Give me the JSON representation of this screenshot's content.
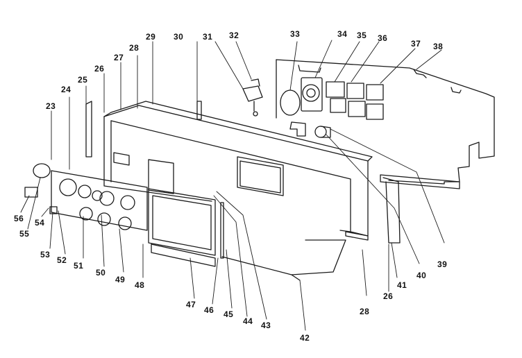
{
  "diagram": {
    "callouts": [
      "23",
      "24",
      "25",
      "26",
      "27",
      "28",
      "29",
      "30",
      "31",
      "32",
      "33",
      "34",
      "35",
      "36",
      "37",
      "38",
      "39",
      "40",
      "41",
      "26",
      "28",
      "42",
      "43",
      "44",
      "45",
      "46",
      "47",
      "48",
      "49",
      "50",
      "51",
      "52",
      "53",
      "55",
      "54",
      "56"
    ],
    "ink_color": "#1a1a1a",
    "background": "#ffffff"
  }
}
